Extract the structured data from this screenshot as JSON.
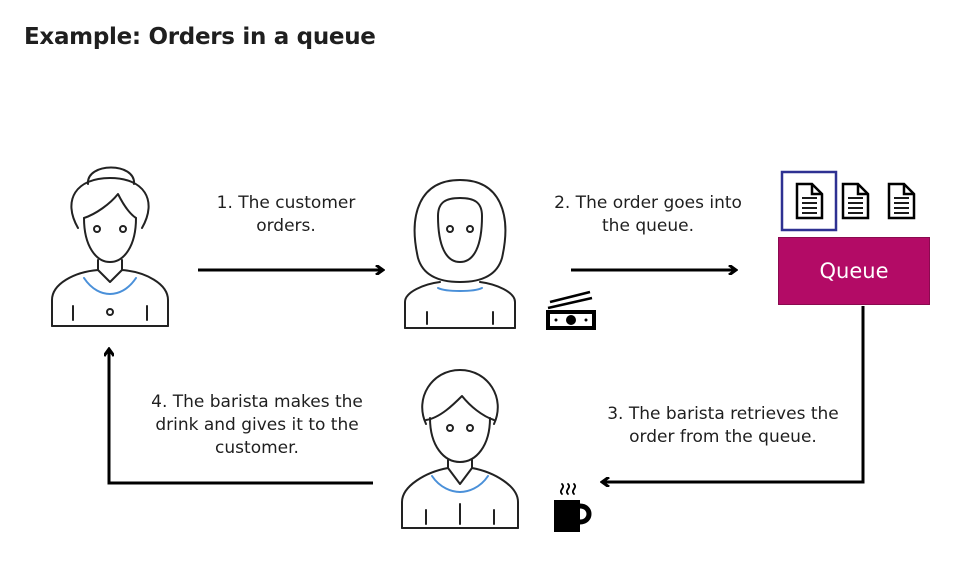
{
  "title": "Example: Orders in a queue",
  "steps": {
    "one": [
      "1. The customer",
      "orders."
    ],
    "two": [
      "2. The order goes into",
      "the queue."
    ],
    "three": [
      "3. The barista retrieves the",
      "order from the queue."
    ],
    "four": [
      "4. The barista makes the",
      "drink and gives it to the",
      "customer."
    ]
  },
  "queue_label": "Queue",
  "icons": {
    "customer": "customer-person-icon",
    "cashier": "cashier-person-icon",
    "barista": "barista-person-icon",
    "money": "money-icon",
    "document": "document-icon",
    "coffee": "coffee-cup-icon"
  },
  "colors": {
    "queue_fill": "#b30b66",
    "highlight_border": "#2e3192",
    "collar_accent": "#4a90d9"
  }
}
